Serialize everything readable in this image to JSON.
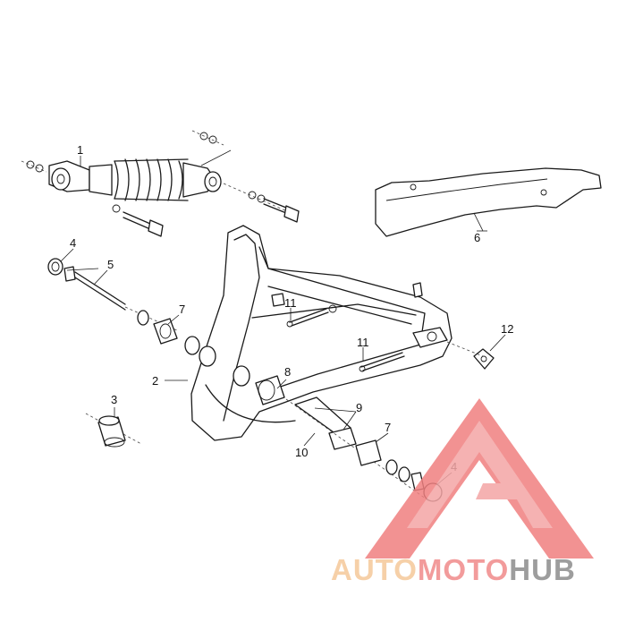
{
  "diagram": {
    "callouts": [
      {
        "id": "c1a",
        "label": "1"
      },
      {
        "id": "c2",
        "label": "2"
      },
      {
        "id": "c3",
        "label": "3"
      },
      {
        "id": "c4a",
        "label": "4"
      },
      {
        "id": "c4b",
        "label": "4"
      },
      {
        "id": "c5",
        "label": "5"
      },
      {
        "id": "c6",
        "label": "6"
      },
      {
        "id": "c7a",
        "label": "7"
      },
      {
        "id": "c7b",
        "label": "7"
      },
      {
        "id": "c8",
        "label": "8"
      },
      {
        "id": "c9",
        "label": "9"
      },
      {
        "id": "c10",
        "label": "10"
      },
      {
        "id": "c11a",
        "label": "11"
      },
      {
        "id": "c11b",
        "label": "11"
      },
      {
        "id": "c12",
        "label": "12"
      }
    ]
  },
  "watermark": {
    "part1": "AUTO",
    "part2": "MOTO",
    "part3": "HUB",
    "color1": "#f5c89a",
    "color2": "#f08a8a",
    "color3": "#8c8c8c",
    "triangle_color": "#f08080"
  }
}
